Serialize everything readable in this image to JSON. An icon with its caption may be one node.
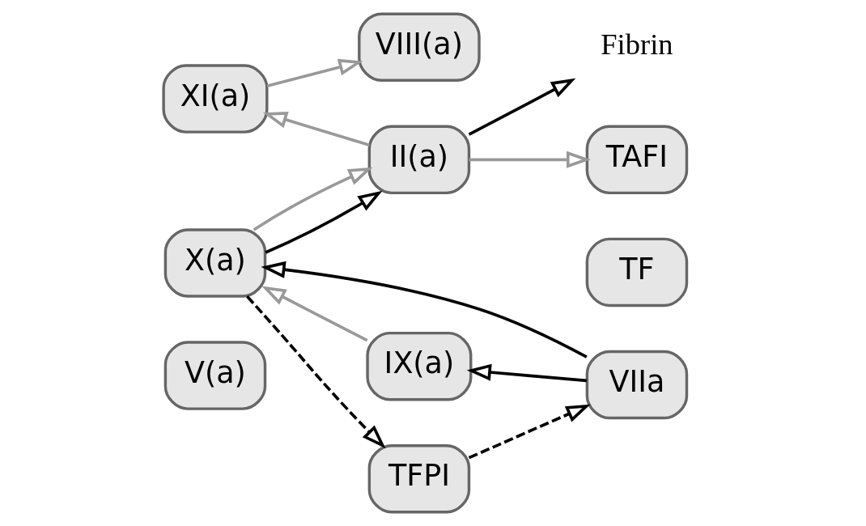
{
  "diagram": {
    "nodes": [
      {
        "text": [
          "XI(a)"
        ]
      },
      {
        "text": [
          "VIII(a)"
        ]
      },
      {
        "text": [
          "IX(a)"
        ]
      },
      {
        "text": [
          "TF"
        ]
      },
      {
        "text": [
          "VIIa"
        ]
      },
      {
        "text": [
          "X(a)"
        ]
      },
      {
        "text": [
          "V(a)"
        ]
      },
      {
        "text": [
          "II(a)"
        ]
      },
      {
        "text": [
          "Fibrin"
        ]
      },
      {
        "text": [
          "TFPI"
        ]
      },
      {
        "text": [
          "TAFI"
        ]
      }
    ],
    "edges": [
      {
        "from": 0,
        "to": 1,
        "arrow": "to",
        "color": "#999999"
      },
      {
        "from": 4,
        "to": 2,
        "arrow": "to"
      },
      {
        "from": 4,
        "to": 5,
        "arrow": "to"
      },
      {
        "from": 2,
        "to": 5,
        "arrow": "to",
        "color": "#999999"
      },
      {
        "from": 5,
        "to": 7,
        "arrow": "to"
      },
      {
        "from": 5,
        "to": 7,
        "arrow": "to",
        "color": "#999999"
      },
      {
        "from": 7,
        "to": 0,
        "arrow": "to",
        "color": "#999999"
      },
      {
        "from": 7,
        "to": 8,
        "arrow": "to"
      },
      {
        "from": 7,
        "to": 10,
        "arrow": "to",
        "color": "#999999"
      },
      {
        "from": 5,
        "to": 9,
        "arrow": "to",
        "style": "dashed"
      },
      {
        "from": 9,
        "to": 4,
        "arrow": "to",
        "style": "dashed"
      }
    ]
  }
}
